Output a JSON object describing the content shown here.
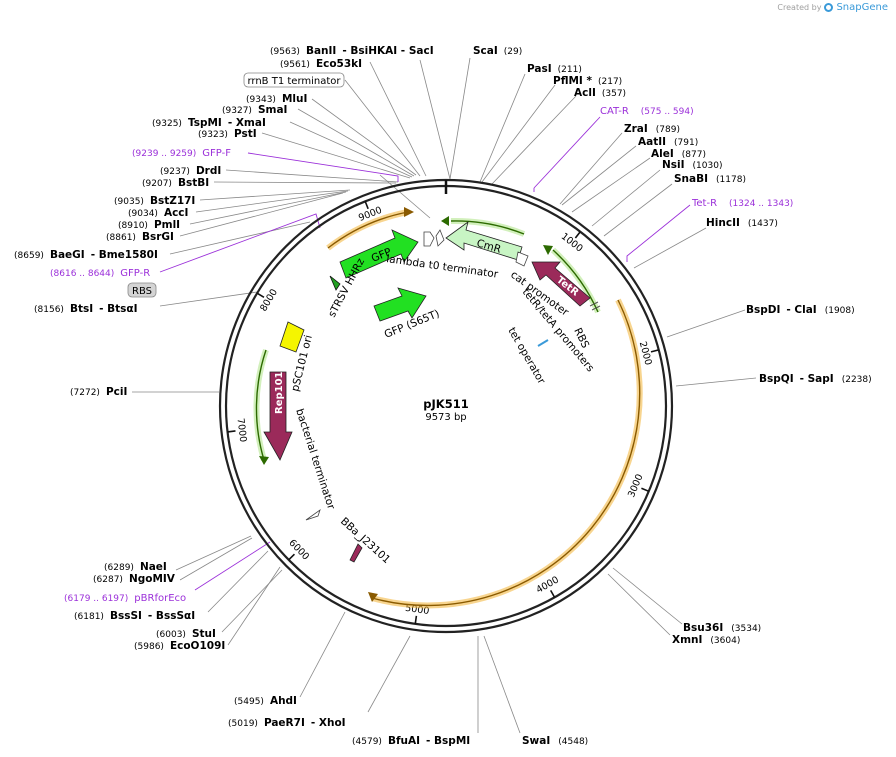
{
  "credit": {
    "prefix": "Created by",
    "brand": "SnapGene"
  },
  "plasmid": {
    "name": "pJK511",
    "length": 9573,
    "length_label": "9573 bp"
  },
  "sites": [
    {
      "id": "s-banii",
      "name": "BanII",
      "pos": "(9563)",
      "suffix": "- BsiHKAI  - SacI"
    },
    {
      "id": "s-eco53ki",
      "name": "Eco53kI",
      "pos": "(9561)",
      "suffix": ""
    },
    {
      "id": "s-scai",
      "name": "ScaI",
      "pos": "(29)",
      "suffix": ""
    },
    {
      "id": "s-pasi",
      "name": "PasI",
      "pos": "(211)",
      "suffix": ""
    },
    {
      "id": "s-pflmi",
      "name": "PflMI *",
      "pos": "(217)",
      "suffix": ""
    },
    {
      "id": "s-acli",
      "name": "AclI",
      "pos": "(357)",
      "suffix": ""
    },
    {
      "id": "s-zrai",
      "name": "ZraI",
      "pos": "(789)",
      "suffix": ""
    },
    {
      "id": "s-aatii",
      "name": "AatII",
      "pos": "(791)",
      "suffix": ""
    },
    {
      "id": "s-alei",
      "name": "AleI",
      "pos": "(877)",
      "suffix": ""
    },
    {
      "id": "s-nsii",
      "name": "NsiI",
      "pos": "(1030)",
      "suffix": ""
    },
    {
      "id": "s-snabi",
      "name": "SnaBI",
      "pos": "(1178)",
      "suffix": ""
    },
    {
      "id": "s-hincii",
      "name": "HincII",
      "pos": "(1437)",
      "suffix": ""
    },
    {
      "id": "s-bspdi",
      "name": "BspDI",
      "pos": "(1908)",
      "suffix": "- ClaI"
    },
    {
      "id": "s-bspqi",
      "name": "BspQI",
      "pos": "(2238)",
      "suffix": "- SapI"
    },
    {
      "id": "s-bsu36i",
      "name": "Bsu36I",
      "pos": "(3534)",
      "suffix": ""
    },
    {
      "id": "s-xmni",
      "name": "XmnI",
      "pos": "(3604)",
      "suffix": ""
    },
    {
      "id": "s-swai",
      "name": "SwaI",
      "pos": "(4548)",
      "suffix": ""
    },
    {
      "id": "s-bfuai",
      "name": "BfuAI",
      "pos": "(4579)",
      "suffix": "- BspMI"
    },
    {
      "id": "s-paer7i",
      "name": "PaeR7I",
      "pos": "(5019)",
      "suffix": "- XhoI"
    },
    {
      "id": "s-ahdi",
      "name": "AhdI",
      "pos": "(5495)",
      "suffix": ""
    },
    {
      "id": "s-stui",
      "name": "StuI",
      "pos": "(6003)",
      "suffix": ""
    },
    {
      "id": "s-ecoo109i",
      "name": "EcoO109I",
      "pos": "(5986)",
      "suffix": ""
    },
    {
      "id": "s-bsssi",
      "name": "BssSI",
      "pos": "(6181)",
      "suffix": "- BssSαI"
    },
    {
      "id": "s-naei",
      "name": "NaeI",
      "pos": "(6289)",
      "suffix": ""
    },
    {
      "id": "s-ngomiv",
      "name": "NgoMIV",
      "pos": "(6287)",
      "suffix": ""
    },
    {
      "id": "s-pcii",
      "name": "PciI",
      "pos": "(7272)",
      "suffix": ""
    },
    {
      "id": "s-btsi",
      "name": "BtsI",
      "pos": "(8156)",
      "suffix": "- BtsαI"
    },
    {
      "id": "s-baegi",
      "name": "BaeGI",
      "pos": "(8659)",
      "suffix": "- Bme1580I"
    },
    {
      "id": "s-bsrgi",
      "name": "BsrGI",
      "pos": "(8861)",
      "suffix": ""
    },
    {
      "id": "s-pmli",
      "name": "PmlI",
      "pos": "(8910)",
      "suffix": ""
    },
    {
      "id": "s-acci",
      "name": "AccI",
      "pos": "(9034)",
      "suffix": ""
    },
    {
      "id": "s-bstz17i",
      "name": "BstZ17I",
      "pos": "(9035)",
      "suffix": ""
    },
    {
      "id": "s-bstbi",
      "name": "BstBI",
      "pos": "(9207)",
      "suffix": ""
    },
    {
      "id": "s-drdi",
      "name": "DrdI",
      "pos": "(9237)",
      "suffix": ""
    },
    {
      "id": "s-psti",
      "name": "PstI",
      "pos": "(9323)",
      "suffix": ""
    },
    {
      "id": "s-tspmi",
      "name": "TspMI",
      "pos": "(9325)",
      "suffix": "- XmaI"
    },
    {
      "id": "s-smai",
      "name": "SmaI",
      "pos": "(9327)",
      "suffix": ""
    },
    {
      "id": "s-mlui",
      "name": "MluI",
      "pos": "(9343)",
      "suffix": ""
    }
  ],
  "primers": [
    {
      "id": "p-catr",
      "name": "CAT-R",
      "range": "(575 .. 594)"
    },
    {
      "id": "p-tetr",
      "name": "Tet-R",
      "range": "(1324 .. 1343)"
    },
    {
      "id": "p-gfpf",
      "name": "GFP-F",
      "range": "(9239 .. 9259)"
    },
    {
      "id": "p-gfpr",
      "name": "GFP-R",
      "range": "(8616 .. 8644)"
    },
    {
      "id": "p-pbrforeco",
      "name": "pBRforEco",
      "range": "(6179 .. 6197)"
    }
  ],
  "boxed_labels": [
    {
      "id": "b-rrnb",
      "text": "rrnB T1 terminator"
    },
    {
      "id": "b-rbs",
      "text": "RBS"
    }
  ],
  "ticks": [
    "1000",
    "2000",
    "3000",
    "4000",
    "5000",
    "6000",
    "7000",
    "8000",
    "9000"
  ],
  "features": {
    "gfp": "GFP",
    "cmr": "CmR",
    "tetr": "TetR",
    "rep101": "Rep101",
    "gfp_s65t": "GFP (S65T)",
    "lambda_t0": "lambda t0 terminator",
    "strsv": "sTRSV HHRz",
    "cat_promoter": "cat promoter",
    "tetr_teta": "tetR/tetA promoters",
    "rbs": "RBS",
    "tet_operator": "tet operator",
    "psc101": "pSC101 ori",
    "bact_term": "bacterial terminator",
    "bba": "BBa_J23101"
  },
  "colors": {
    "backbone": "#222222",
    "primer": "#9b30d9",
    "gfp": "#22e022",
    "cmr": "#c8f5c4",
    "tetr": "#9b2a5a",
    "rep101": "#9b2a5a",
    "ori": "#f5f500",
    "orf_highlight": "#f2b233"
  }
}
